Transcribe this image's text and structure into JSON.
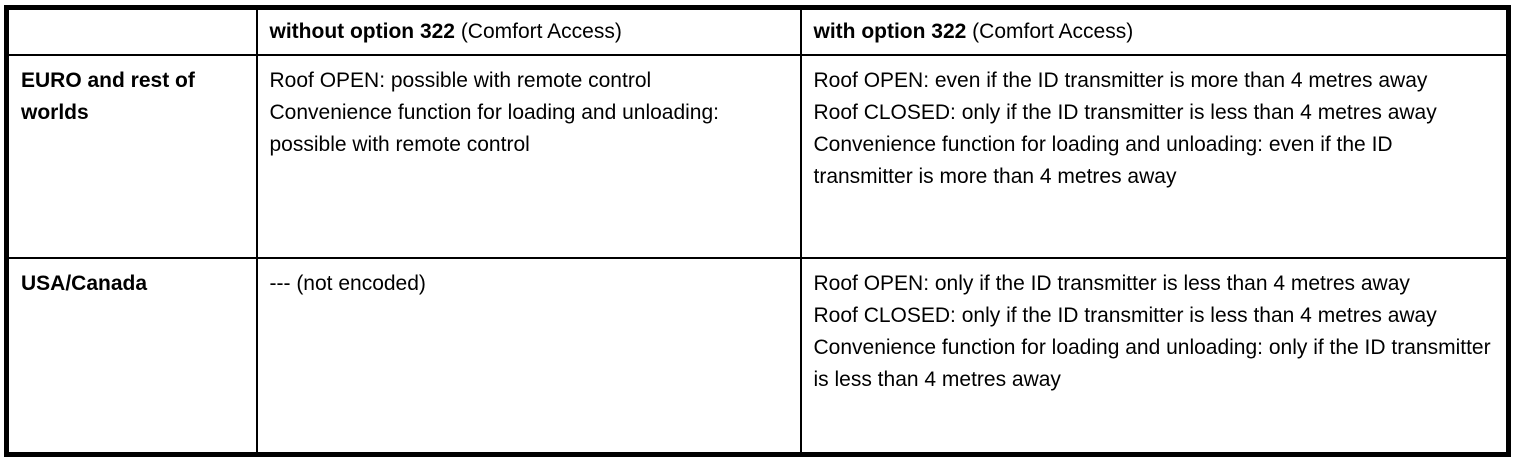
{
  "page": {
    "background": "#ffffff",
    "text_color": "#000000"
  },
  "table": {
    "grid_color": "#000000",
    "header": {
      "region_label": "",
      "without_bold": "without option 322",
      "without_rest": " (Comfort Access)",
      "with_bold": "with option 322",
      "with_rest": " (Comfort Access)"
    },
    "rows": [
      {
        "region": "EURO and rest of worlds",
        "without_lines": [
          "Roof OPEN: possible with remote control",
          "Convenience function for loading and unloading: possible with remote control"
        ],
        "with_lines": [
          "Roof OPEN: even if the ID transmitter is more than 4 metres away",
          "Roof CLOSED: only if the ID transmitter is less than 4 metres away",
          "Convenience function for loading and unloading: even if the ID transmitter is more than 4 metres away"
        ]
      },
      {
        "region": "USA/Canada",
        "without_lines": [
          "--- (not encoded)"
        ],
        "with_lines": [
          "Roof OPEN: only if the ID transmitter is less than 4 metres away",
          "Roof CLOSED: only if the ID transmitter is less than 4 metres away",
          "Convenience function for loading and unloading: only if the ID transmitter is less than 4 metres away"
        ]
      }
    ]
  }
}
